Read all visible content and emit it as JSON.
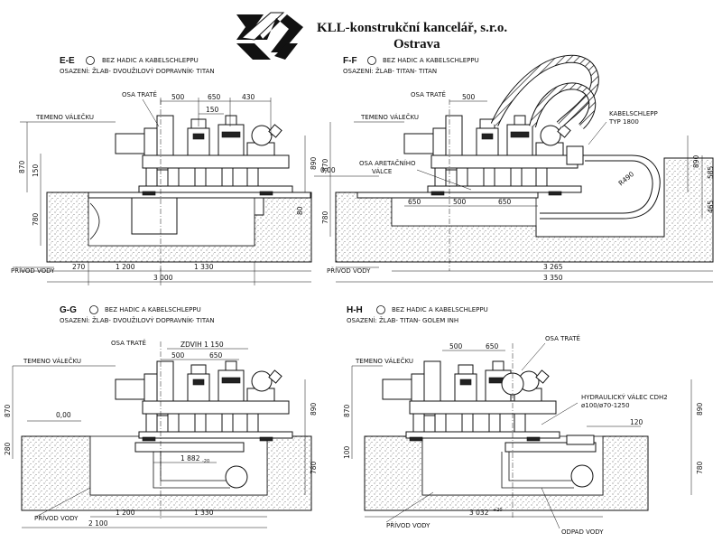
{
  "header": {
    "company": "KLL-konstrukční kancelář, s.r.o.",
    "city": "Ostrava"
  },
  "sections": {
    "ee": {
      "title": "E-E",
      "legend": "BEZ HADIC A KABELSCHLEPPU",
      "osazeni": "OSAZENÍ: ŽLAB- DVOUŽILOVÝ DOPRAVNÍK- TITAN",
      "labels": {
        "osa": "OSA TRATĚ",
        "temeno": "TEMENO VÁLEČKU",
        "privod": "PŘÍVOD VODY"
      },
      "dims": {
        "d500": "500",
        "d650": "650",
        "d430": "430",
        "d150top": "150",
        "d870": "870",
        "d150": "150",
        "d890": "890",
        "d780": "780",
        "d80": "80",
        "d270": "270",
        "d1200": "1 200",
        "d1330": "1 330",
        "d3000": "3 000"
      }
    },
    "ff": {
      "title": "F-F",
      "legend": "BEZ HADIC A KABELSCHLEPPU",
      "osazeni": "OSAZENÍ: ŽLAB- TITAN- TITAN",
      "labels": {
        "osa": "OSA TRATĚ",
        "temeno": "TEMENO VÁLEČKU",
        "privod": "PŘÍVOD VODY",
        "aretacni1": "OSA ARETAČNÍHO",
        "aretacni2": "VÁLCE",
        "kabel1": "KABELSCHLEPP",
        "kabel2": "TYP 1800"
      },
      "dims": {
        "d500": "500",
        "d000": "0,00",
        "d870": "870",
        "d780": "780",
        "d650a": "650",
        "d500b": "500",
        "d650b": "650",
        "r490": "R490",
        "d890": "890",
        "d585": "585",
        "d465": "465",
        "d3265": "3 265",
        "d3350": "3 350"
      }
    },
    "gg": {
      "title": "G-G",
      "legend": "BEZ HADIC A KABELSCHLEPPU",
      "osazeni": "OSAZENÍ: ŽLAB- DVOUŽILOVÝ DOPRAVNÍK- TITAN",
      "labels": {
        "osa": "OSA TRATĚ",
        "temeno": "TEMENO VÁLEČKU",
        "privod": "PŘÍVOD VODY"
      },
      "dims": {
        "zdvih": "ZDVIH 1 150",
        "d500": "500",
        "d650": "650",
        "d870": "870",
        "d000": "0,00",
        "d280": "280",
        "d890": "890",
        "d780": "780",
        "d1882": "1 882",
        "d1882tol": "-20",
        "d1200": "1 200",
        "d1330": "1 330",
        "d2100": "2 100"
      }
    },
    "hh": {
      "title": "H-H",
      "legend": "BEZ HADIC A KABELSCHLEPPU",
      "osazeni": "OSAZENÍ: ŽLAB- TITAN- GOLEM INH",
      "labels": {
        "osa": "OSA TRATĚ",
        "temeno": "TEMENO VÁLEČKU",
        "privod": "PŘÍVOD VODY",
        "valec1": "HYDRAULICKÝ VÁLEC CDH2",
        "valec2": "ø100/ø70-1250",
        "odpad": "ODPAD VODY"
      },
      "dims": {
        "d500": "500",
        "d650": "650",
        "d870": "870",
        "d890": "890",
        "d120": "120",
        "d100": "100",
        "d780": "780",
        "d3032": "3 032",
        "d3032tol": "+20"
      }
    }
  }
}
